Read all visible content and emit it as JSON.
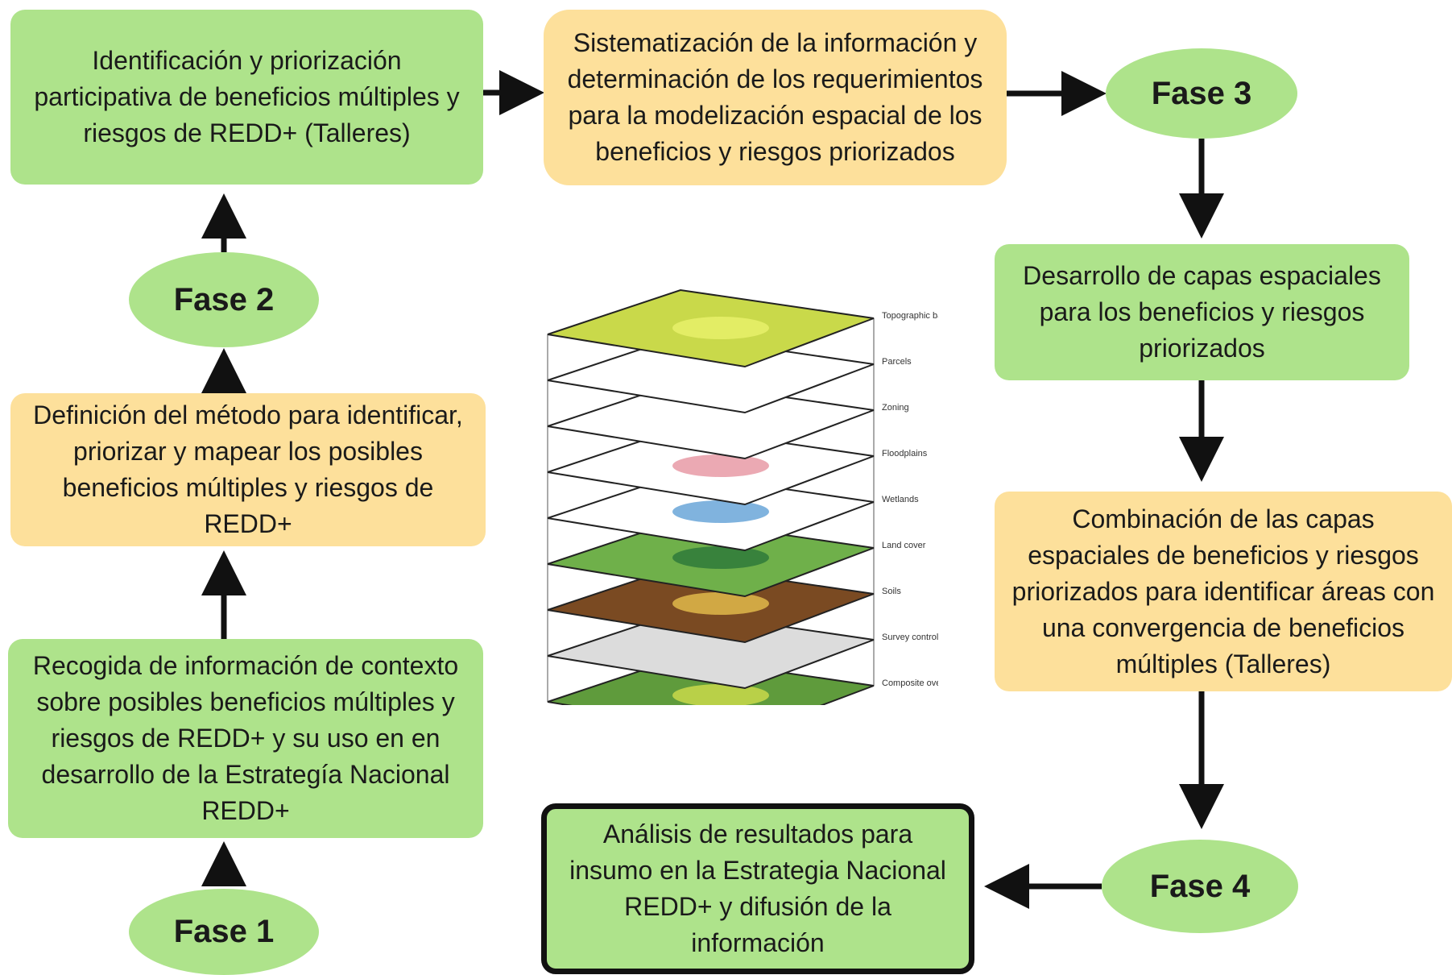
{
  "boxes": {
    "identificacion": "Identificación y priorización participativa de beneficios múltiples y riesgos de REDD+ (Talleres)",
    "sistematizacion": "Sistematización de la información y determinación de los requerimientos para la modelización espacial de los beneficios y riesgos priorizados",
    "definicion": "Definición del método para identificar, priorizar y mapear los posibles beneficios múltiples y riesgos de REDD+",
    "recogida": "Recogida de información de contexto sobre posibles beneficios múltiples y riesgos de REDD+ y su uso en en desarrollo de la Estrategía Nacional REDD+",
    "desarrollo": "Desarrollo de capas espaciales para los beneficios y riesgos priorizados",
    "combinacion": "Combinación de las capas espaciales de beneficios y riesgos priorizados para identificar áreas con una convergencia de beneficios múltiples (Talleres)",
    "analisis": "Análisis de resultados para insumo en la Estrategia Nacional REDD+ y difusión de la información"
  },
  "phases": {
    "fase1": "Fase 1",
    "fase2": "Fase 2",
    "fase3": "Fase 3",
    "fase4": "Fase 4"
  },
  "gis_layers": [
    {
      "label": "Topographic base",
      "color": "#c9d94a"
    },
    {
      "label": "Parcels",
      "color": "#ffffff"
    },
    {
      "label": "Zoning",
      "color": "#ffffff"
    },
    {
      "label": "Floodplains",
      "color": "#ffffff"
    },
    {
      "label": "Wetlands",
      "color": "#ffffff"
    },
    {
      "label": "Land cover",
      "color": "#6fb04a"
    },
    {
      "label": "Soils",
      "color": "#7a4a22"
    },
    {
      "label": "Survey control",
      "color": "#dcdcdc"
    },
    {
      "label": "Composite overlay",
      "color": "#5f9b3c"
    }
  ],
  "colors": {
    "green": "#aee38b",
    "orange": "#fde09b",
    "arrow": "#111111"
  }
}
